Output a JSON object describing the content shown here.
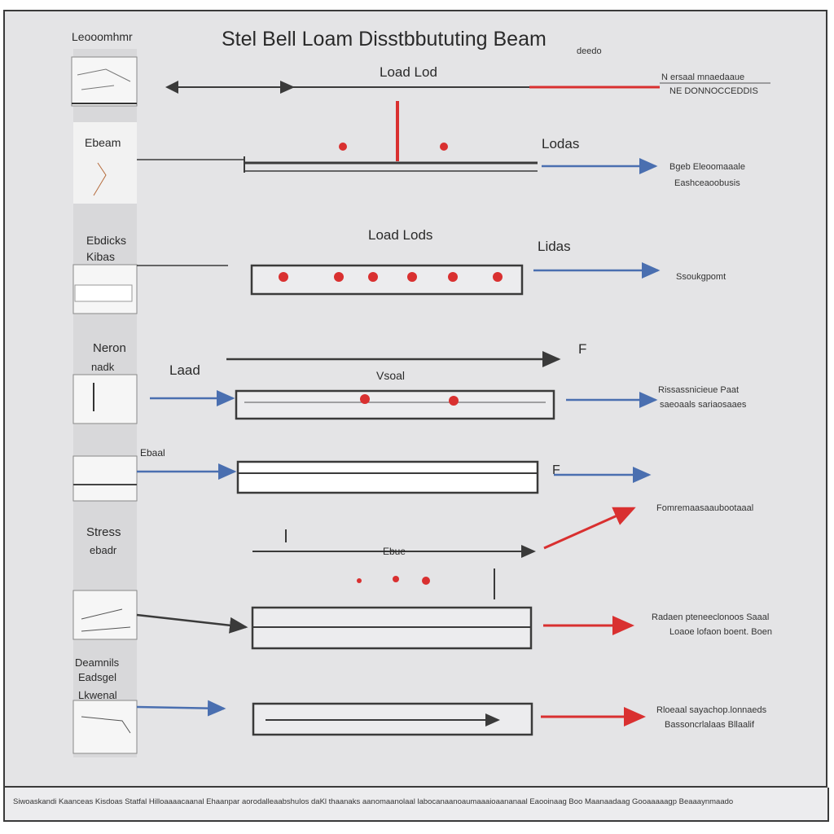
{
  "title": "Stel Bell Loam Disstbbututing Beam",
  "title_note": "deedo",
  "top_label": "Load Lod",
  "top_right_text": [
    "N ersaal mnaedaaue",
    "NE DONNOCCEDDIS"
  ],
  "side_labels": {
    "a": "Leooomhmr",
    "b": "Ebeam",
    "c": "Ebdicks",
    "d": "Kibas",
    "e": "Neron",
    "f": "nadk",
    "g": "Ebaal",
    "h": "Stress",
    "i": "ebadr",
    "j": "Deamnils",
    "k": "Eadsgel",
    "l": "Lkwenal"
  },
  "row1": {
    "label_right": "Lodas",
    "out_text": [
      "Bgeb Eleoomaaale",
      "Eashceaoobusis"
    ]
  },
  "row2": {
    "label_top": "Load Lods",
    "label_right": "Lidas",
    "out_text": [
      "Ssoukgpomt"
    ]
  },
  "row3": {
    "label_left": "Laad",
    "label_mid": "Vsoal",
    "label_right": "F",
    "out_text": [
      "Rissassnicieue Paat",
      "saeoaals sariaosaaes"
    ]
  },
  "row4": {
    "label_right": "F",
    "out_text": [
      "Fomremaasaaubootaaal"
    ]
  },
  "row5": {
    "label_mid": "Ebue",
    "out_text": [
      "Radaen pteneeclonoos Saaal",
      "Loaoe lofaon boent. Boen"
    ]
  },
  "row6": {
    "out_text": [
      "Rloeaal sayachop.lonnaeds",
      "Bassoncrlalaas Bllaalif"
    ]
  },
  "footer": "Siwoaskandi Kaanceas Kisdoas Statfal Hilloaaaacaanal Ehaanpar aorodalleaabshulos daKl thaanaks aanomaanolaal labocanaanoaumaaaioaananaal Eaooinaag Boo Maanaadaag Gooaaaaagp Beaaaynmaado",
  "colors": {
    "red": "#d93030",
    "blue": "#4a6fb0",
    "dark": "#3a3a3a"
  }
}
